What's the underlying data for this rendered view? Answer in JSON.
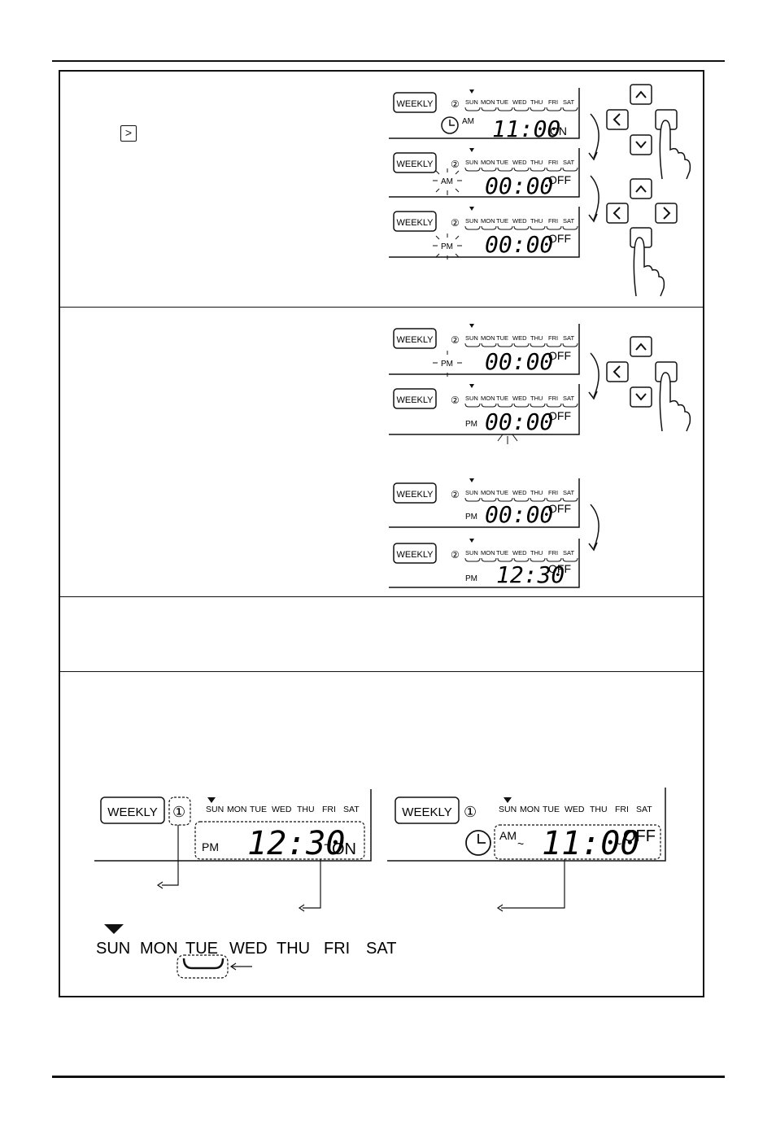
{
  "lcd": {
    "weekly": "WEEKLY",
    "days": [
      "SUN",
      "MON",
      "TUE",
      "WED",
      "THU",
      "FRI",
      "SAT"
    ],
    "prog2": "②",
    "prog1": "①",
    "am": "AM",
    "pm": "PM",
    "on": "ON",
    "off": "OFF",
    "tilde": "~",
    "t1100": "11:00",
    "t0000": "00:00",
    "t1230": "12:30"
  },
  "inline_key": ">",
  "icons": {
    "up": "chevron-up-icon",
    "down": "chevron-down-icon",
    "left": "chevron-left-icon",
    "right": "chevron-right-icon",
    "hand": "pointing-hand-icon",
    "clock": "clock-icon"
  }
}
